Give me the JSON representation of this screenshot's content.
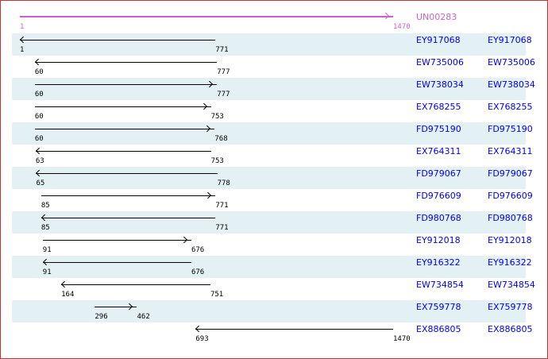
{
  "query": {
    "name": "UN00283",
    "start": 1,
    "end": 1470,
    "color": "#c864c8"
  },
  "hits": [
    {
      "id": "EY917068",
      "start": 1,
      "end": 771,
      "dir": "left"
    },
    {
      "id": "EW735006",
      "start": 60,
      "end": 777,
      "dir": "left"
    },
    {
      "id": "EW738034",
      "start": 60,
      "end": 777,
      "dir": "right"
    },
    {
      "id": "EX768255",
      "start": 60,
      "end": 753,
      "dir": "right"
    },
    {
      "id": "FD975190",
      "start": 60,
      "end": 768,
      "dir": "right"
    },
    {
      "id": "EX764311",
      "start": 63,
      "end": 753,
      "dir": "left"
    },
    {
      "id": "FD979067",
      "start": 65,
      "end": 778,
      "dir": "left"
    },
    {
      "id": "FD976609",
      "start": 85,
      "end": 771,
      "dir": "right"
    },
    {
      "id": "FD980768",
      "start": 85,
      "end": 771,
      "dir": "left"
    },
    {
      "id": "EY912018",
      "start": 91,
      "end": 676,
      "dir": "right"
    },
    {
      "id": "EY916322",
      "start": 91,
      "end": 676,
      "dir": "left"
    },
    {
      "id": "EW734854",
      "start": 164,
      "end": 751,
      "dir": "left"
    },
    {
      "id": "EX759778",
      "start": 296,
      "end": 462,
      "dir": "right"
    },
    {
      "id": "EX886805",
      "start": 693,
      "end": 1470,
      "dir": "left"
    }
  ]
}
